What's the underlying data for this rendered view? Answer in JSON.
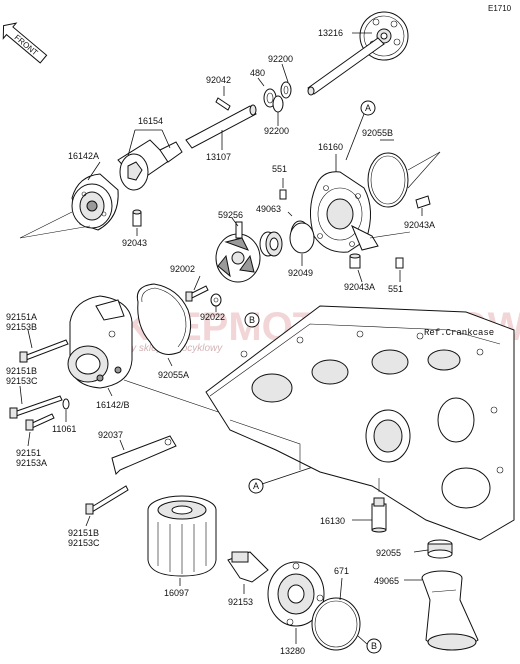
{
  "diagram_code": "E1710",
  "front_label": "FRONT",
  "watermark": {
    "main": "SKLEPMOTOCYKLOWY.PL",
    "sub": "internetowy sklep motocyklowy"
  },
  "ref_crankcase": "Ref.Crankcase",
  "circle_refs": {
    "A": "A",
    "B": "B"
  },
  "labels": {
    "p13216": "13216",
    "p92200a": "92200",
    "p480": "480",
    "p92042": "92042",
    "p92200b": "92200",
    "p16154": "16154",
    "p13107": "13107",
    "p16142A": "16142A",
    "p92043": "92043",
    "p92055B": "92055B",
    "p16160": "16160",
    "p551a": "551",
    "p49063": "49063",
    "p59256": "59256",
    "p92043A_r": "92043A",
    "p92049": "92049",
    "p92002": "92002",
    "p92022": "92022",
    "p92043A_b": "92043A",
    "p551b": "551",
    "p92151A": "92151A",
    "p92153B": "92153B",
    "p92055A": "92055A",
    "p92151B_a": "92151B",
    "p92153C_a": "92153C",
    "p16142B": "16142/B",
    "p11061": "11061",
    "p92151": "92151",
    "p92153A": "92153A",
    "p92037": "92037",
    "p16130": "16130",
    "p92151B_b": "92151B",
    "p92153C_b": "92153C",
    "p92055": "92055",
    "p671": "671",
    "p49065": "49065",
    "p16097": "16097",
    "p92153": "92153",
    "p13280": "13280"
  }
}
